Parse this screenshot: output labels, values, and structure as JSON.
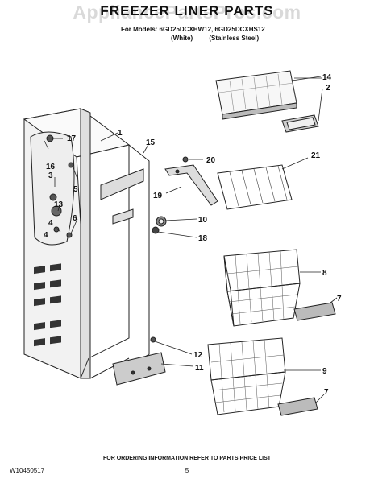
{
  "watermark": "AppliancePartsPros.com",
  "header": {
    "title": "FREEZER LINER PARTS",
    "models_line": "For Models: 6GD25DCXHW12, 6GD25DCXHS12",
    "variant_white": "(White)",
    "variant_stainless": "(Stainless Steel)"
  },
  "callouts": [
    "1",
    "2",
    "3",
    "4",
    "4",
    "5",
    "6",
    "7",
    "7",
    "8",
    "9",
    "10",
    "11",
    "12",
    "13",
    "14",
    "15",
    "16",
    "17",
    "18",
    "19",
    "20",
    "21"
  ],
  "footer": {
    "note": "FOR ORDERING INFORMATION REFER TO PARTS PRICE LIST",
    "doc_number": "W10450517",
    "page_number": "5"
  },
  "colors": {
    "line": "#222222",
    "panel": "#e8e8e8",
    "dark": "#444444"
  }
}
